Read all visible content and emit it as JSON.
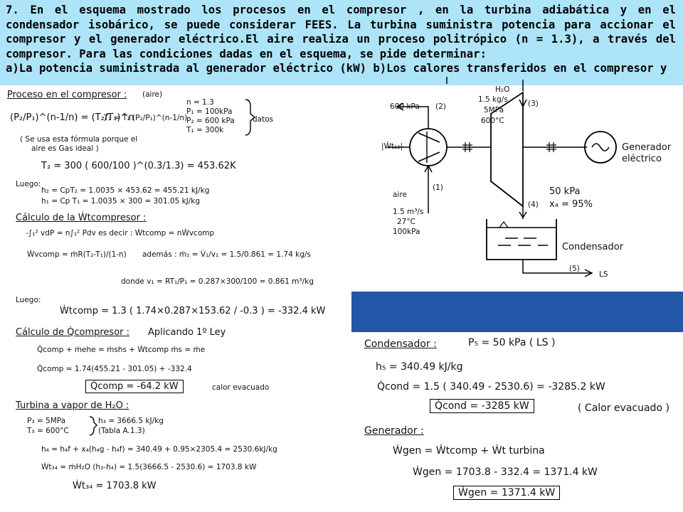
{
  "problem": {
    "text": "7. En el esquema mostrado los procesos en el compresor , en la turbina adiabática y en el condensador isobárico, se puede considerar FEES. La turbina suministra potencia para accionar el compresor y el generador eléctrico.El aire realiza un proceso politrópico  (n = 1.3), a través del compresor. Para las condiciones dadas en el esquema, se pide determinar:",
    "parts": "a)La potencia suministrada al generador eléctrico (kW) b)Los calores transferidos en el compresor y"
  },
  "left": {
    "compresor_title": "Proceso en el compresor :",
    "aire": "(aire)",
    "polytropic_eq": "(P₂/P₁)^(n-1/n) = (T₂/T₁)^n",
    "t2_formula": "T₂ = T₁ (P₂/P₁)^(n-1/n)",
    "data_lines": [
      "n = 1.3",
      "P₁ = 100kPa",
      "P₂ = 600 kPa",
      "T₁ = 300k"
    ],
    "datos": "datos",
    "note1": "( Se usa esta fórmula porque el",
    "note2": "aire es Gas ideal )",
    "t2_calc": "T₂ = 300 ( 600/100 )^(0.3/1.3) = 453.62K",
    "luego1": "Luego:",
    "h2": "h₂ = CpT₂ = 1.0035 × 453.62 = 455.21 kJ/kg",
    "h1": "h₁ = Cp T₁ = 1.0035 × 300 = 301.05 kJ/kg",
    "w_title": "Cálculo de la Ẇtcompresor :",
    "w_rel": "-∫₁² vdP = n∫₁² Pdv   es decir :   Ẇtcomp = nẆvcomp",
    "wv_eq": "Ẇvcomp = ṁR(T₂-T₁)/(1-n)",
    "ademas": "además :   ṁ₁ = V̇₁/v₁ = 1.5/0.861 = 1.74 kg/s",
    "donde": "donde    v₁ = RT₁/P₁ = 0.287×300/100 = 0.861 m³/kg",
    "luego2": "Luego:",
    "wt_calc": "Ẇtcomp = 1.3 ( 1.74×0.287×153.62 / -0.3 ) = -332.4 kW",
    "q_title": "Cálculo de Q̇compresor :",
    "q_law": "Aplicando 1º Ley",
    "q_energy": "Q̇comp + ṁehe = ṁshs + Ẇtcomp        ṁs = ṁe",
    "q_calc": "Q̇comp = 1.74(455.21 - 301.05) + -332.4",
    "q_result": "Q̇comp = -64.2 kW",
    "calor_evacuado": "calor evacuado",
    "turb_title": "Turbina a vapor de H₂O :",
    "p3": "P₃ = 5MPa",
    "t3": "T₃ = 600°C",
    "h3": "h₃ = 3666.5 kJ/kg",
    "tabla": "(Tabla A.1.3)",
    "h4": "h₄ = h₄f + x₄(h₄g - h₄f) = 340.49 + 0.95×2305.4 = 2530.6kJ/kg",
    "wt34": "Ẇt₃₄ = ṁH₂O (h₃-h₄) = 1.5(3666.5 - 2530.6) = 1703.8 kW",
    "wt34_result": "Ẇt₃₄ = 1703.8 kW"
  },
  "diagram": {
    "p2_label": "600 kPa",
    "state2": "(2)",
    "h2o": "H₂O",
    "flow": "1.5 kg/s",
    "p3": "5MPa",
    "t3": "600°C",
    "state3": "(3)",
    "wt12": "|Ẇt₁₂|",
    "state1": "(1)",
    "aire": "aire",
    "v1": "1.5 m³/s",
    "t1": "27°C",
    "p1": "100kPa",
    "p4": "50 kPa",
    "x4": "x₄ = 95%",
    "state4": "(4)",
    "generator": "Generador eléctrico",
    "condenser": "Condensador",
    "state5": "(5)",
    "ls": "LS"
  },
  "right": {
    "cond_title": "Condensador :",
    "p5": "P₅ = 50 kPa  ( LS )",
    "h5": "h₅ = 340.49 kJ/kg",
    "q_cond_calc": "Q̇cond = 1.5 ( 340.49 - 2530.6) = -3285.2 kW",
    "q_cond_result": "Q̇cond = -3285 kW",
    "calor_evacuado": "( Calor evacuado )",
    "gen_title": "Generador :",
    "wgen_eq": "Ẇgen = Ẇtcomp + Ẇt turbina",
    "wgen_calc": "Ẇgen = 1703.8 - 332.4 = 1371.4 kW",
    "wgen_result": "Ẇgen = 1371.4 kW"
  },
  "colors": {
    "header_bg": "#aee4f8",
    "band": "#2456a8"
  }
}
